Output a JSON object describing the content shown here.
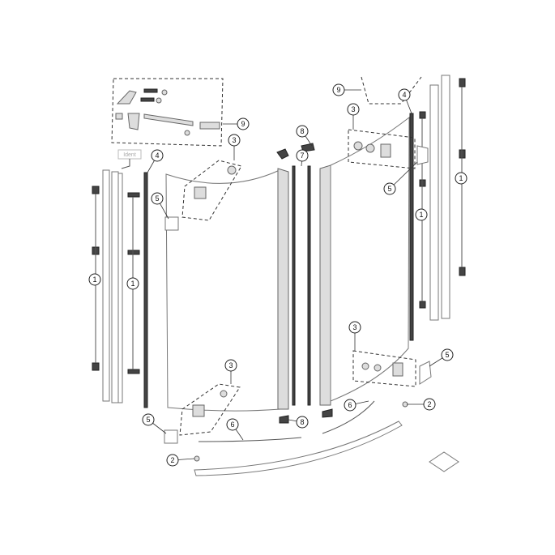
{
  "diagram": {
    "ident_label": "Ident",
    "callouts": [
      "9",
      "3",
      "4",
      "5",
      "1",
      "1",
      "8",
      "7",
      "9",
      "3",
      "4",
      "5",
      "1",
      "1",
      "3",
      "5",
      "3",
      "6",
      "2",
      "8",
      "5",
      "6",
      "2"
    ]
  }
}
